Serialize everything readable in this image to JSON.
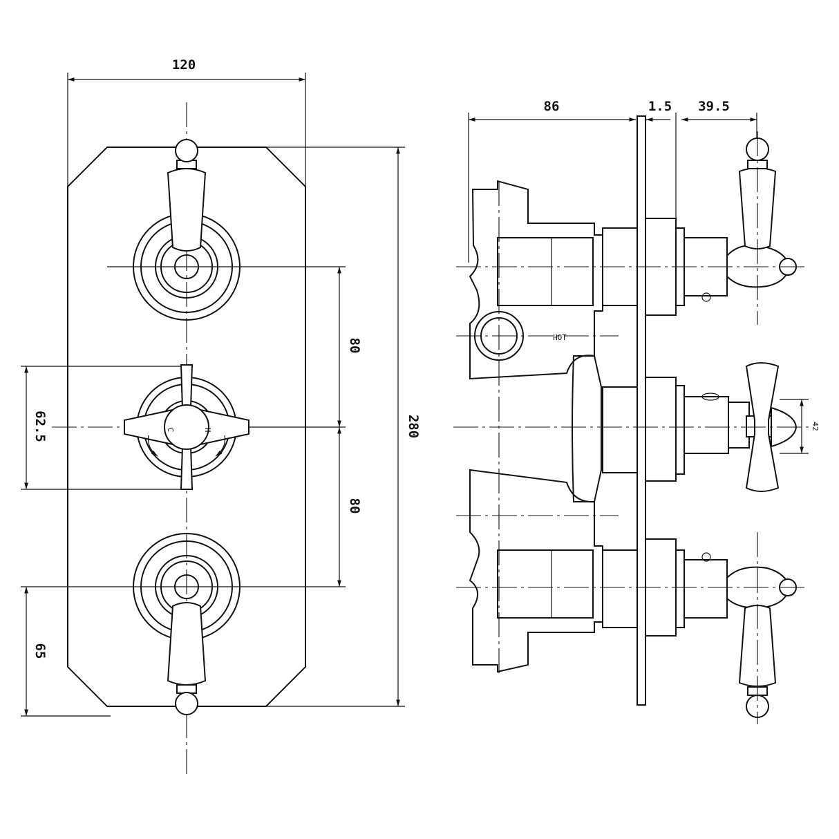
{
  "front_view": {
    "dim_width": "120",
    "dim_spacing_top": "80",
    "dim_spacing_bottom": "80",
    "dim_height": "280",
    "dim_center_plate": "62.5",
    "dim_bottom_offset": "65",
    "label_cold": "C",
    "label_hot": "H"
  },
  "side_view": {
    "dim_body_depth": "86",
    "dim_plate": "1.5",
    "dim_handle_projection": "39.5",
    "dim_handle_diameter": "42",
    "label_hot": "HOT"
  }
}
